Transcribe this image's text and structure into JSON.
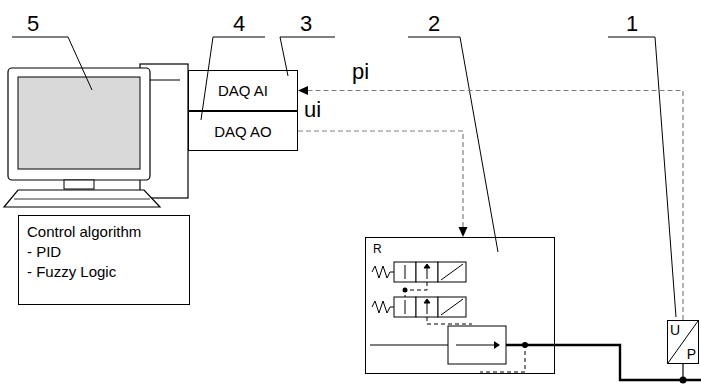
{
  "diagram": {
    "nodes": [
      {
        "text": [
          "DAQ AI"
        ]
      },
      {
        "text": [
          "DAQ AO"
        ]
      },
      {
        "text": [
          "Control algorithm",
          "- PID",
          "- Fuzzy Logic"
        ]
      },
      {
        "text": [
          "R"
        ]
      },
      {
        "text": [
          "U",
          "P"
        ]
      }
    ],
    "edges": [
      {
        "from": 1,
        "to": 3,
        "arrow": "to",
        "label": "ui"
      },
      {
        "from": 4,
        "to": 0,
        "arrow": "to",
        "label": "pi"
      }
    ],
    "labels": [
      "5",
      "4",
      "3",
      "2",
      "1"
    ]
  }
}
